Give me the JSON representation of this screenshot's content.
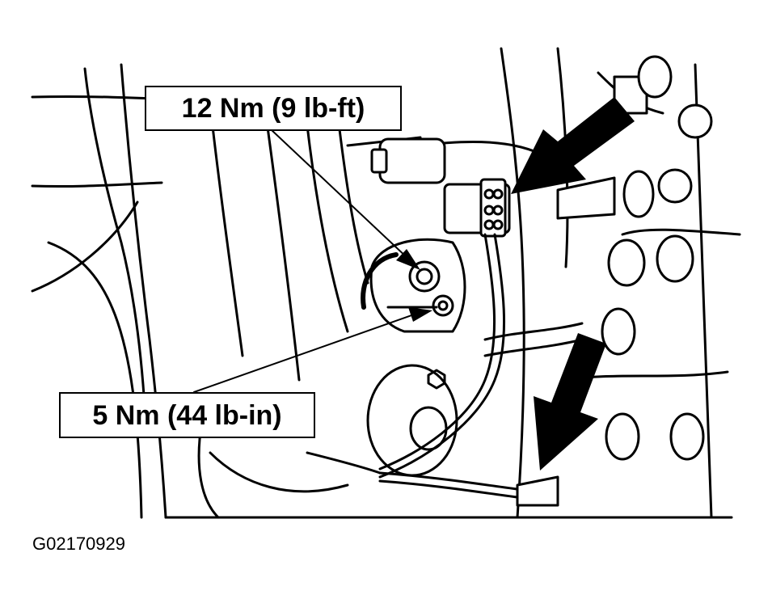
{
  "callouts": {
    "bolt_torque_label": "12 Nm (9 lb-ft)",
    "nut_torque_label": "5 Nm (44 lb-in)"
  },
  "figure_id": "G02170929",
  "colors": {
    "line": "#000000",
    "background": "#ffffff"
  }
}
